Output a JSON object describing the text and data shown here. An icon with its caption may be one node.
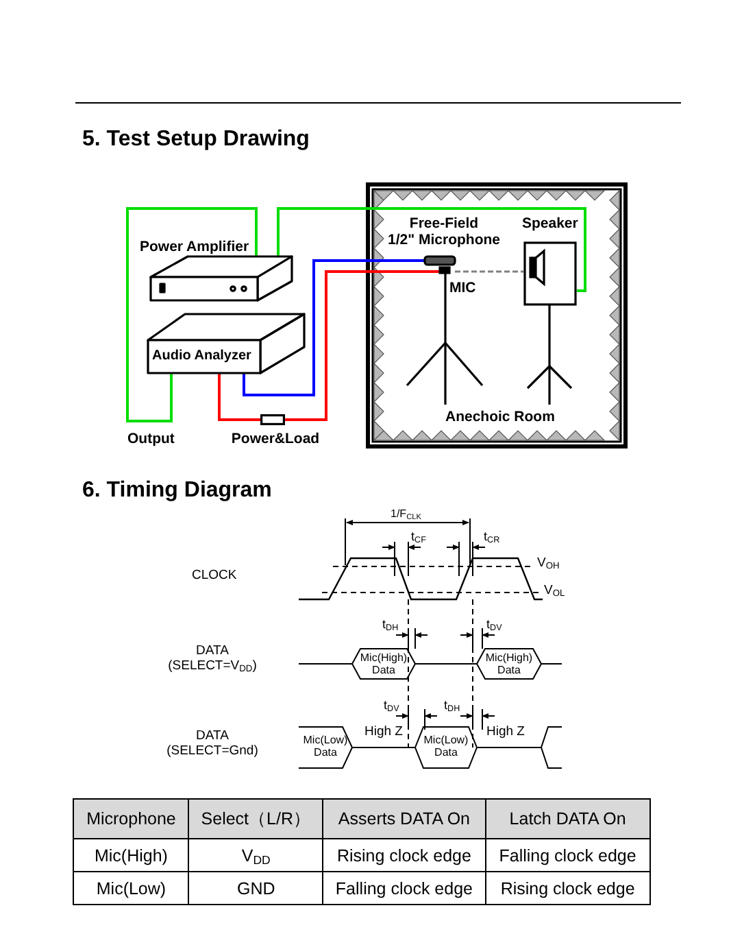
{
  "diagram": {
    "nodes": [
      {
        "text": [
          "Power Amplifier"
        ]
      },
      {
        "text": [
          "Audio Analyzer"
        ]
      },
      {
        "text": [
          "Power&Load"
        ]
      },
      {
        "text": [
          "Anechoic Room"
        ]
      },
      {
        "text": [
          "Free-Field 1/2\" Microphone",
          "MIC"
        ],
        "in": 3
      },
      {
        "text": [
          "Speaker"
        ],
        "in": 3
      }
    ],
    "edges": [
      {
        "from": 1,
        "to": 0,
        "arrow": "none",
        "color": "#00dd00"
      },
      {
        "from": 0,
        "to": 5,
        "arrow": "none",
        "color": "#00dd00"
      },
      {
        "from": 1,
        "to": 4,
        "arrow": "none",
        "color": "#0000ff"
      },
      {
        "from": 1,
        "to": 2,
        "arrow": "none",
        "color": "#ff0000"
      },
      {
        "from": 2,
        "to": 4,
        "arrow": "none",
        "color": "#ff0000"
      },
      {
        "from": 4,
        "to": 5,
        "arrow": "none",
        "style": "dashed",
        "color": "#808080"
      }
    ],
    "labels": [
      "5. Test Setup Drawing",
      "Output",
      "6. Timing Diagram",
      "1/F$_{CLK}$",
      "t$_{CF}$",
      "t$_{CR}$",
      "CLOCK",
      "V$_{OH}$",
      "V$_{OL}$",
      "t$_{DH}$",
      "t$_{DV}$",
      "DATA (SELECT=V$_{DD}$)",
      "Mic(High) Data",
      "Mic(High) Data",
      "t$_{DV}$",
      "t$_{DH}$",
      "DATA (SELECT=Gnd)",
      "Mic(Low) Data",
      "High Z",
      "Mic(Low) Data",
      "High Z",
      "Microphone",
      "Select（L/R）",
      "Asserts DATA On",
      "Latch DATA On",
      "Mic(High)",
      "V$_{DD}$",
      "Rising clock edge",
      "Falling clock edge",
      "Mic(Low)",
      "GND",
      "Falling clock edge",
      "Rising clock edge"
    ]
  }
}
